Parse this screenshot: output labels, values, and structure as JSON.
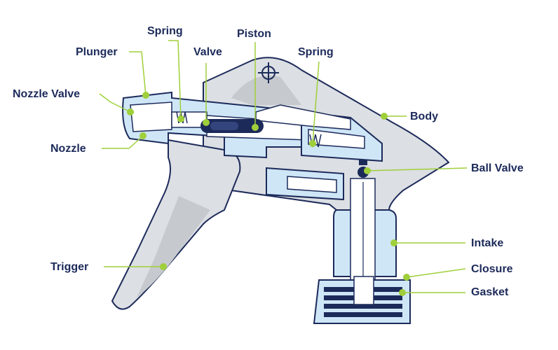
{
  "colors": {
    "navy": "#1c2a5a",
    "accent": "#9fcf3a",
    "light_blue": "#cfe6f7",
    "grey_body": "#dcdfe3",
    "grey_shadow": "#c6c9cd"
  },
  "labels": {
    "spring_top": "Spring",
    "piston": "Piston",
    "plunger": "Plunger",
    "valve": "Valve",
    "spring_right": "Spring",
    "nozzle_valve": "Nozzle Valve",
    "body": "Body",
    "nozzle": "Nozzle",
    "ball_valve": "Ball Valve",
    "intake": "Intake",
    "trigger": "Trigger",
    "closure": "Closure",
    "gasket": "Gasket"
  }
}
